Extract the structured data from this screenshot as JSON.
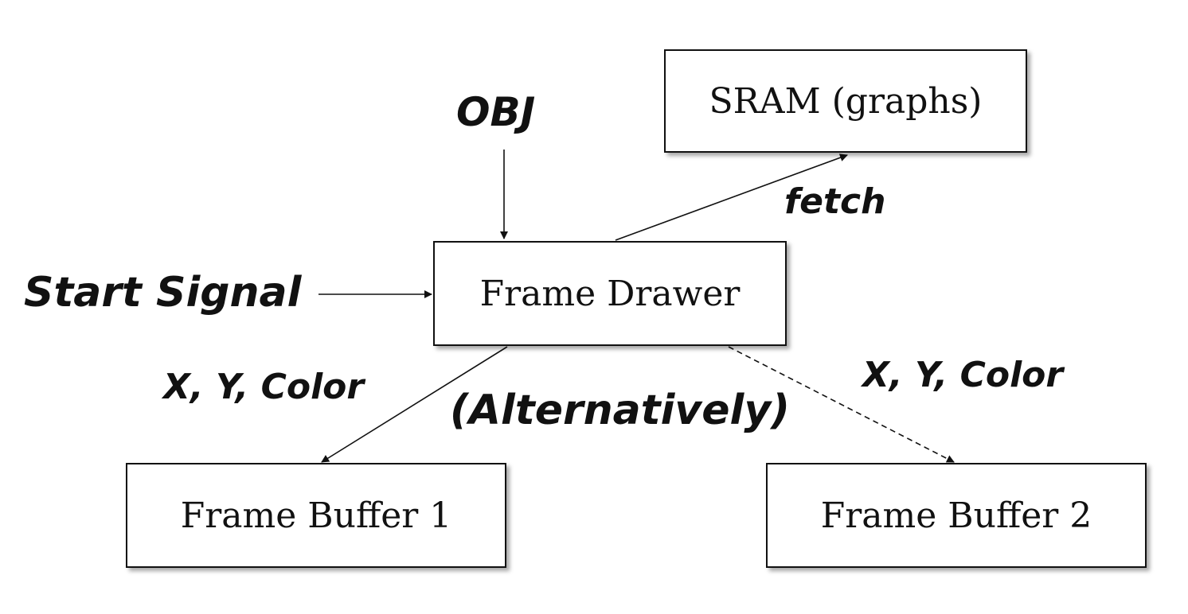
{
  "nodes": {
    "sram": "SRAM (graphs)",
    "frame_drawer": "Frame Drawer",
    "frame_buffer_1": "Frame Buffer 1",
    "frame_buffer_2": "Frame Buffer 2"
  },
  "labels": {
    "obj": "OBJ",
    "start_signal": "Start Signal",
    "fetch": "fetch",
    "xyc_left": "X, Y, Color",
    "xyc_right": "X, Y, Color",
    "alternatively": "(Alternatively)"
  },
  "edges": [
    {
      "from": "obj",
      "to": "frame_drawer",
      "style": "solid"
    },
    {
      "from": "start_signal",
      "to": "frame_drawer",
      "style": "solid"
    },
    {
      "from": "frame_drawer",
      "to": "sram",
      "style": "solid",
      "label": "fetch"
    },
    {
      "from": "frame_drawer",
      "to": "frame_buffer_1",
      "style": "solid",
      "label": "X, Y, Color"
    },
    {
      "from": "frame_drawer",
      "to": "frame_buffer_2",
      "style": "dashed",
      "label": "X, Y, Color"
    }
  ],
  "colors": {
    "stroke": "#111111",
    "background": "#ffffff"
  }
}
